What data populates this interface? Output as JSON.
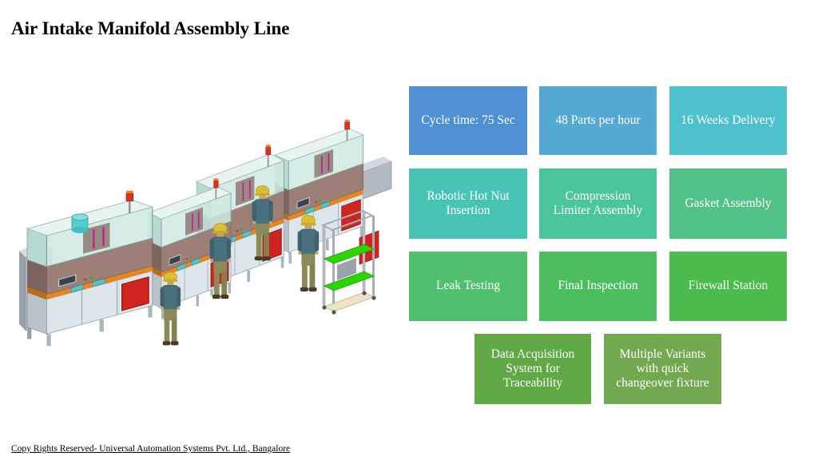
{
  "page": {
    "title": "Air Intake Manifold Assembly Line",
    "footer": "Copy Rights Reserved- Universal Automation Systems Pvt. Ltd., Bangalore"
  },
  "illustration": {
    "alt": "3D CAD rendering of an air intake manifold assembly line: four enclosed machine stations in a diagonal row, four operators wearing yellow hard hats, and part trolleys with green shelves"
  },
  "tiles": {
    "grid": [
      {
        "label": "Cycle time: 75 Sec",
        "color": "#4e90d2"
      },
      {
        "label": "48 Parts per hour",
        "color": "#54a9d0"
      },
      {
        "label": "16 Weeks Delivery",
        "color": "#4dc2cc"
      },
      {
        "label": "Robotic Hot Nut Insertion",
        "color": "#47c5b2"
      },
      {
        "label": "Compression Limiter Assembly",
        "color": "#4bc69c"
      },
      {
        "label": "Gasket Assembly",
        "color": "#51c389"
      },
      {
        "label": "Leak Testing",
        "color": "#50c06e"
      },
      {
        "label": "Final Inspection",
        "color": "#4dbe5e"
      },
      {
        "label": "Firewall Station",
        "color": "#4bbb4e"
      },
      {
        "label": "Data Acquisition System for Traceability",
        "color": "#61a947"
      },
      {
        "label": "Multiple Variants with quick changeover fixture",
        "color": "#71a850"
      }
    ]
  }
}
